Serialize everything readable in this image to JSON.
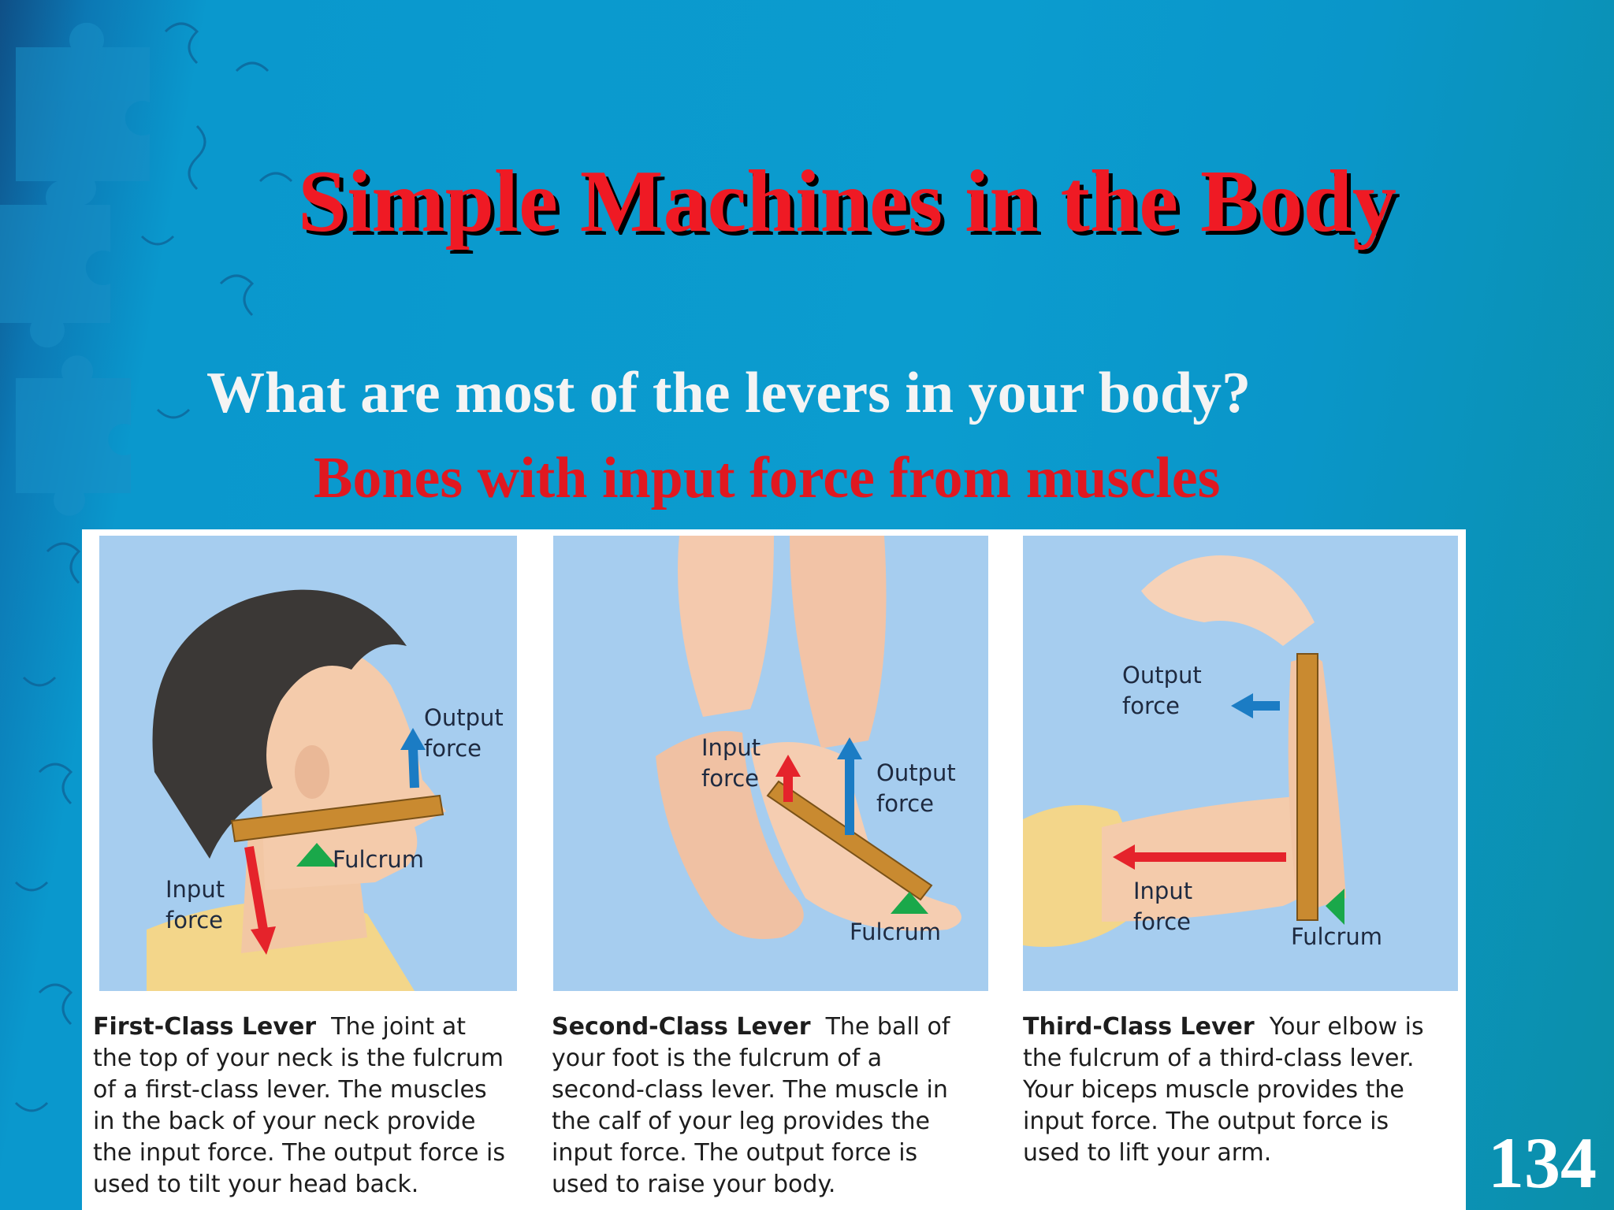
{
  "slide": {
    "title": "Simple Machines in the Body",
    "question": "What are most of the levers in your body?",
    "answer": "Bones with input force from muscles",
    "page_number": "134"
  },
  "panels": [
    {
      "labels": {
        "output": "Output force",
        "input": "Input force",
        "fulcrum": "Fulcrum"
      },
      "caption_heading": "First-Class Lever",
      "caption_text": "The joint at the top of your neck is the fulcrum of a first-class lever. The muscles in the back of your neck provide the input force. The output force is used to tilt your head back."
    },
    {
      "labels": {
        "output": "Output force",
        "input": "Input force",
        "fulcrum": "Fulcrum"
      },
      "caption_heading": "Second-Class Lever",
      "caption_text": "The ball of your foot is the fulcrum of a second-class lever. The muscle in the calf of your leg provides the input force. The output force is used to raise your body."
    },
    {
      "labels": {
        "output": "Output force",
        "input": "Input force",
        "fulcrum": "Fulcrum"
      },
      "caption_heading": "Third-Class Lever",
      "caption_text": "Your elbow is the fulcrum of a third-class lever. Your biceps muscle provides the input force. The output force is used to lift your arm."
    }
  ],
  "colors": {
    "title": "#ef1a24",
    "answer": "#e01820",
    "lever_bar": "#c98a30",
    "fulcrum": "#1aa84a",
    "input_arrow": "#e5232b",
    "output_arrow": "#1b7cc4",
    "panel_bg": "#a6cdef"
  }
}
